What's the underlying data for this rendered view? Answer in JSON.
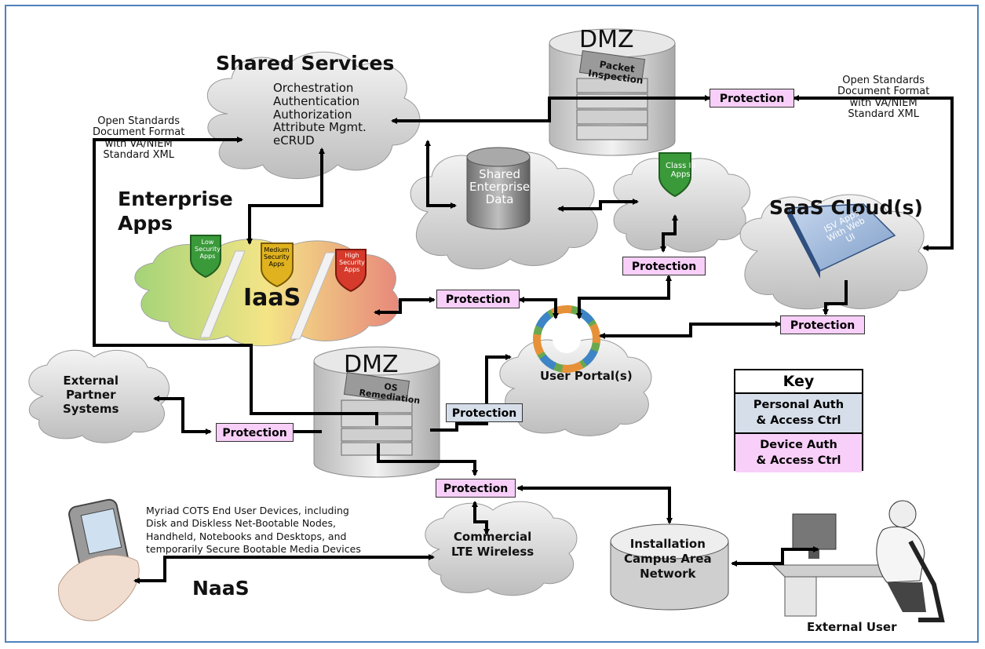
{
  "shared_services": {
    "title": "Shared Services",
    "items": "Orchestration\nAuthentication\nAuthorization\nAttribute Mgmt.\neCRUD"
  },
  "dmz_top": {
    "title": "DMZ",
    "box_label": "Packet\nInspection"
  },
  "dmz_mid": {
    "title": "DMZ",
    "box_label": "OS\nRemediation"
  },
  "left_note": "Open Standards\nDocument Format\nwith VA/NIEM\nStandard XML",
  "right_note": "Open Standards\nDocument Format\nwith VA/NIEM\nStandard XML",
  "shared_data": "Shared\nEnterprise\nData",
  "class3": "Class III\nApps",
  "saas": {
    "title": "SaaS Cloud(s)",
    "box_label": "ISV Apps\nWith Web\nUI"
  },
  "enterprise_apps": {
    "title": "Enterprise\nApps",
    "iaas": "IaaS",
    "shields": [
      "Low\nSecurity\nApps",
      "Medium\nSecurity\nApps",
      "High\nSecurity\nApps"
    ]
  },
  "user_portal": "User Portal(s)",
  "external_partner": "External\nPartner\nSystems",
  "protection_label": "Protection",
  "key": {
    "title": "Key",
    "personal": "Personal Auth\n& Access Ctrl",
    "device": "Device Auth\n& Access Ctrl"
  },
  "devices_note": "Myriad COTS End User Devices, including\nDisk and Diskless Net-Bootable Nodes,\nHandheld, Notebooks and Desktops, and\ntemporarily Secure Bootable Media Devices",
  "naas": "NaaS",
  "lte": "Commercial\nLTE Wireless",
  "campus": "Installation\nCampus Area\nNetwork",
  "external_user": "External User",
  "colors": {
    "device_auth": "#f8cff8",
    "personal_auth": "#d6deea",
    "frame": "#4f81bd",
    "cloud": "#d9d9d9"
  }
}
